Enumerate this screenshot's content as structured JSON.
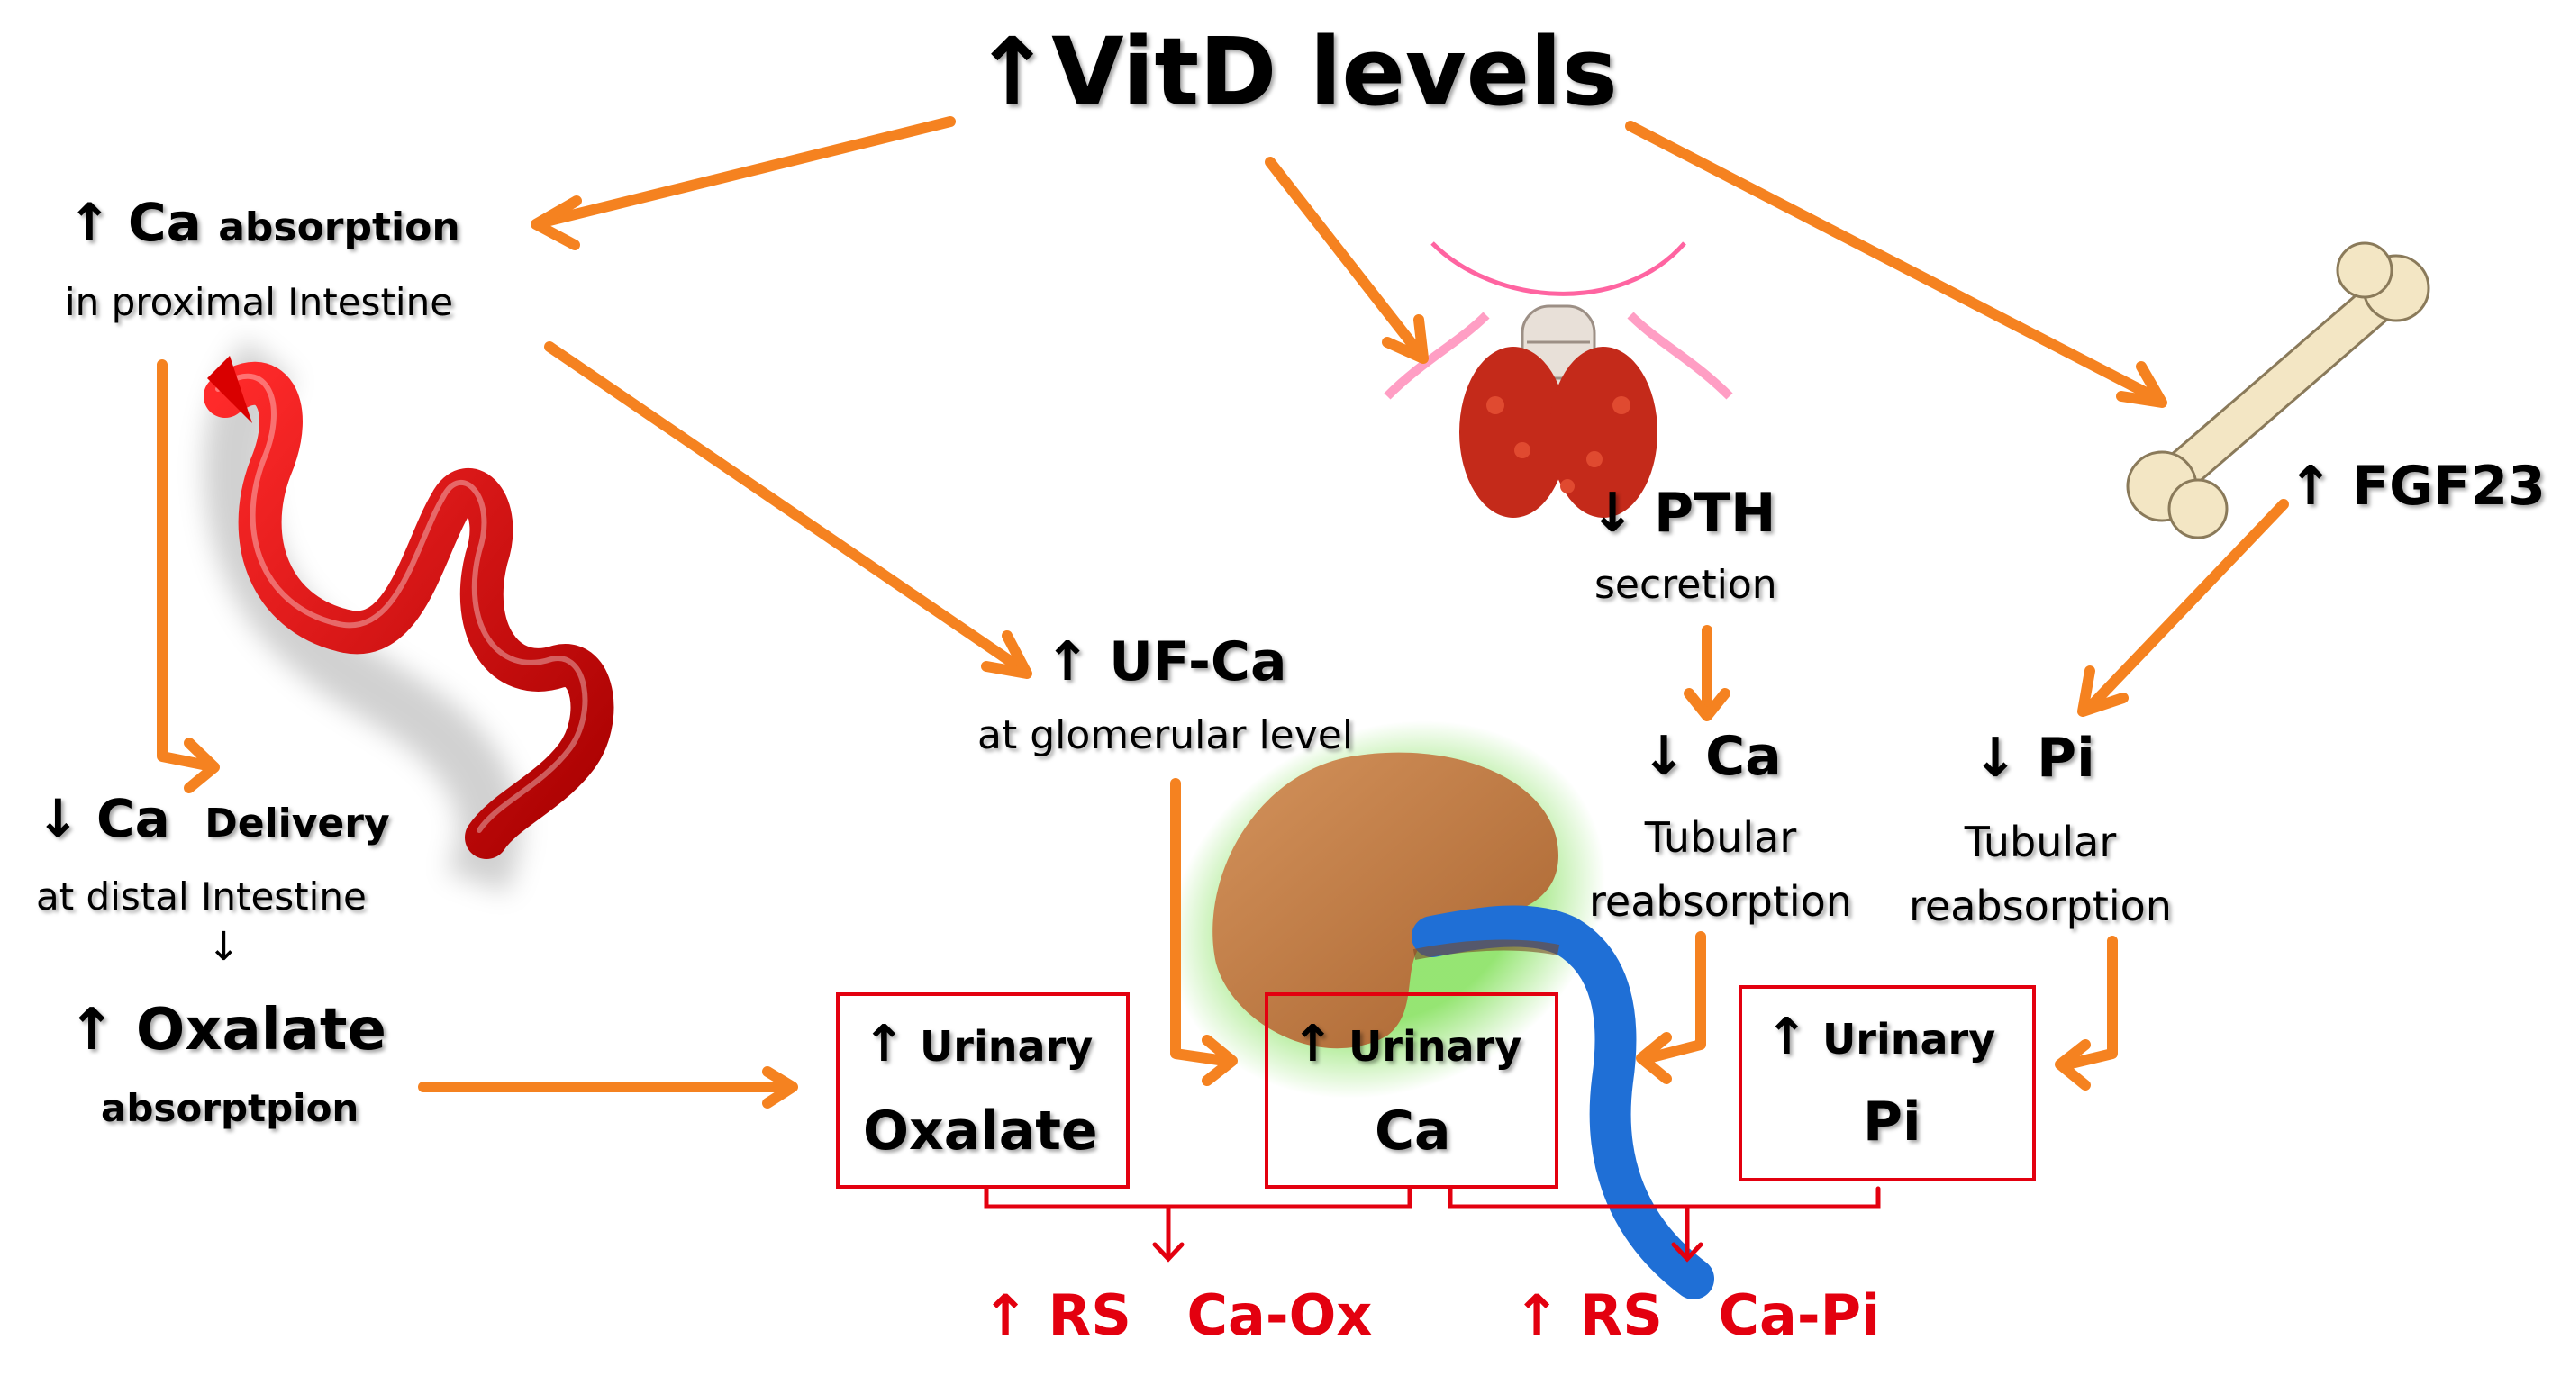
{
  "colors": {
    "arrow": "#f58220",
    "box": "#e3000f",
    "result": "#e3000f",
    "intestine": "#d90000",
    "kidney": "#c07a45",
    "kidney_glow": "#3fd000",
    "ureter": "#1f6fd6",
    "bone": "#f3e6c4"
  },
  "icons": [
    "intestine-illustration",
    "thyroid-illustration",
    "bone-illustration",
    "kidney-illustration"
  ],
  "title": {
    "arrow": "↑",
    "text": "VitD levels"
  },
  "ca_absorption": {
    "arrow": "↑",
    "ca": "Ca",
    "word": "absorption",
    "sub": "in proximal Intestine"
  },
  "ca_delivery": {
    "arrow": "↓",
    "ca": "Ca",
    "word": "Delivery",
    "sub": "at distal Intestine",
    "link": "↓"
  },
  "oxalate_absorption": {
    "arrow": "↑",
    "title": "Oxalate",
    "sub": "absorptpion"
  },
  "uf_ca": {
    "arrow": "↑",
    "title": "UF-Ca",
    "sub": "at glomerular level"
  },
  "pth": {
    "arrow": "↓",
    "title": "PTH",
    "sub": "secretion"
  },
  "fgf23": {
    "arrow": "↑",
    "title": "FGF23"
  },
  "ca_tubular": {
    "arrow": "↓",
    "title": "Ca",
    "sub1": "Tubular",
    "sub2": "reabsorption"
  },
  "pi_tubular": {
    "arrow": "↓",
    "title": "Pi",
    "sub1": "Tubular",
    "sub2": "reabsorption"
  },
  "urinary_oxalate": {
    "arrow": "↑",
    "label": "Urinary",
    "value": "Oxalate"
  },
  "urinary_ca": {
    "arrow": "↑",
    "label": "Urinary",
    "value": "Ca"
  },
  "urinary_pi": {
    "arrow": "↑",
    "label": "Urinary",
    "value": "Pi"
  },
  "rs_caox": {
    "arrow": "↑",
    "rs": "RS",
    "value": "Ca-Ox"
  },
  "rs_capi": {
    "arrow": "↑",
    "rs": "RS",
    "value": "Ca-Pi"
  }
}
